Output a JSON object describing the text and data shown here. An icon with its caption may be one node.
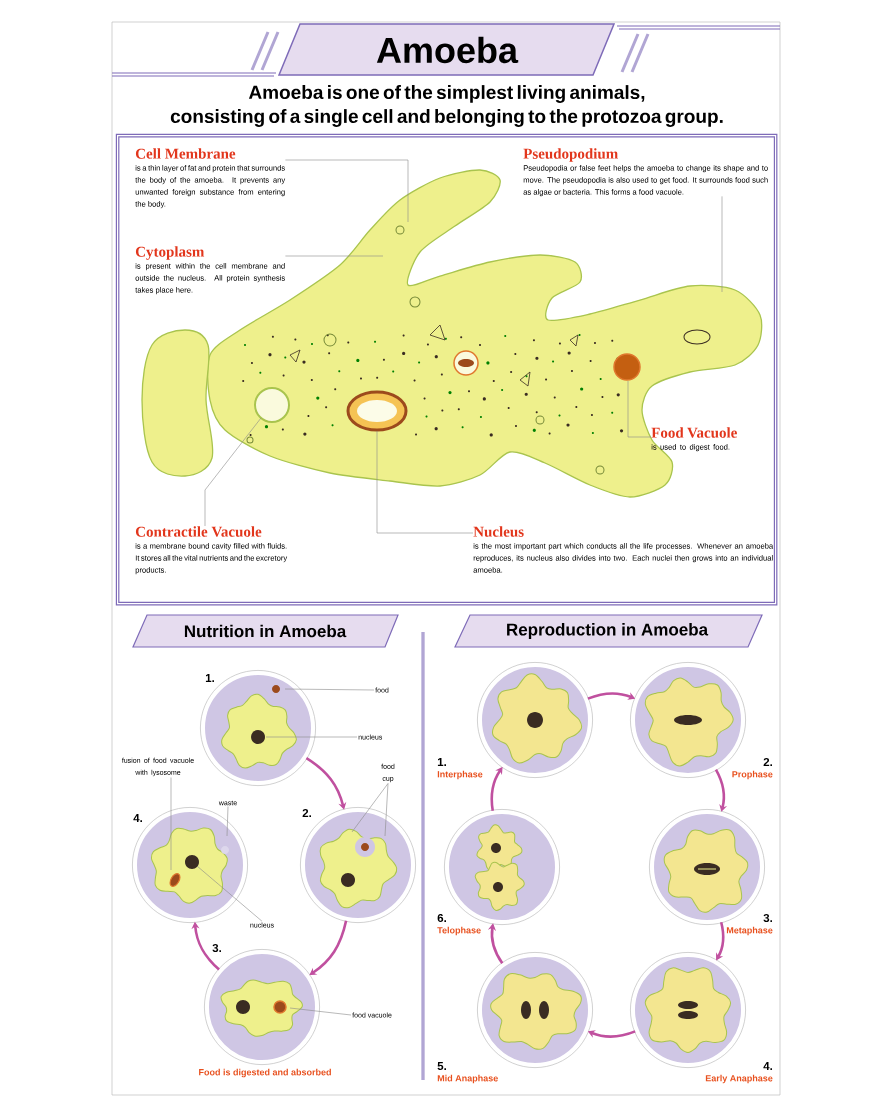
{
  "diagram": {
    "title": "Amoeba",
    "nodes": [
      {
        "text": [],
        "shape": "box"
      },
      {
        "text": [
          "Cell Membrane",
          "is a thin layer of fat and protein that surrounds the body of the amoeba. It prevents any unwanted foreign substance from entering the body."
        ],
        "in": 0
      },
      {
        "text": [
          "Cytoplasm",
          "is present within the cell membrane and outside the nucleus. All protein synthesis takes place here."
        ],
        "in": 0
      },
      {
        "text": [
          "Pseudopodium",
          "Pseudopodia or false feet helps the amoeba to change its shape and to move. The pseudopodia is also used to get food. It surrounds food such as algae or bacteria. This forms a food vacuole."
        ],
        "in": 0
      },
      {
        "text": [
          "Food Vacuole",
          "is used to digest food."
        ],
        "in": 0
      },
      {
        "text": [
          "Contractile Vacuole",
          "is a membrane bound cavity filled with fluids. It stores all the vital nutrients and the excretory products."
        ],
        "in": 0
      },
      {
        "text": [
          "Nucleus",
          "is the most important part which conducts all the life processes. Whenever an amoeba reproduces, its nucleus also divides into two. Each nuclei then grows into an individual amoeba."
        ],
        "in": 0
      },
      {
        "text": [
          "Nutrition in Amoeba"
        ]
      },
      {
        "text": [],
        "shape": "circle",
        "beside": [
          "1."
        ]
      },
      {
        "text": [],
        "shape": "circle",
        "beside": [
          "2."
        ]
      },
      {
        "text": [],
        "shape": "circle",
        "beside": [
          "3.",
          "Food is digested and absorbed"
        ]
      },
      {
        "text": [],
        "shape": "circle",
        "beside": [
          "4."
        ]
      },
      {
        "text": [
          "food"
        ]
      },
      {
        "text": [
          "nucleus"
        ]
      },
      {
        "text": [
          "food cup"
        ]
      },
      {
        "text": [
          "fusion of food vacuole with lysosome"
        ]
      },
      {
        "text": [
          "waste"
        ]
      },
      {
        "text": [
          "nucleus"
        ]
      },
      {
        "text": [
          "food vacuole"
        ]
      },
      {
        "text": [
          "Reproduction in Amoeba"
        ]
      },
      {
        "text": [],
        "shape": "circle",
        "beside": [
          "1.",
          "Interphase"
        ]
      },
      {
        "text": [],
        "shape": "circle",
        "beside": [
          "2.",
          "Prophase"
        ]
      },
      {
        "text": [],
        "shape": "circle",
        "beside": [
          "3.",
          "Metaphase"
        ]
      },
      {
        "text": [],
        "shape": "circle",
        "beside": [
          "4.",
          "Early Anaphase"
        ]
      },
      {
        "text": [],
        "shape": "circle",
        "beside": [
          "5.",
          "Mid Anaphase"
        ]
      },
      {
        "text": [],
        "shape": "circle",
        "beside": [
          "6.",
          "Telophase"
        ]
      }
    ],
    "edges": [
      {
        "from": 1,
        "to": null,
        "arrow": "none"
      },
      {
        "from": 2,
        "to": null,
        "arrow": "none"
      },
      {
        "from": 3,
        "to": null,
        "arrow": "none"
      },
      {
        "from": 4,
        "to": null,
        "arrow": "none"
      },
      {
        "from": 5,
        "to": null,
        "arrow": "none"
      },
      {
        "from": 6,
        "to": null,
        "arrow": "none"
      },
      {
        "from": 8,
        "to": 9,
        "arrow": "to",
        "style": "thick",
        "color": "#c0509f"
      },
      {
        "from": 9,
        "to": 10,
        "arrow": "to",
        "style": "thick",
        "color": "#c0509f"
      },
      {
        "from": 10,
        "to": 11,
        "arrow": "to",
        "style": "thick",
        "color": "#c0509f"
      },
      {
        "from": 12,
        "to": 8,
        "arrow": "none"
      },
      {
        "from": 13,
        "to": 8,
        "arrow": "none"
      },
      {
        "from": 14,
        "to": 9,
        "arrow": "none"
      },
      {
        "from": 14,
        "to": 9,
        "arrow": "none"
      },
      {
        "from": 15,
        "to": 11,
        "arrow": "none"
      },
      {
        "from": 16,
        "to": 11,
        "arrow": "none"
      },
      {
        "from": 17,
        "to": 11,
        "arrow": "none"
      },
      {
        "from": 18,
        "to": 10,
        "arrow": "none"
      },
      {
        "from": 20,
        "to": 21,
        "arrow": "to",
        "style": "thick",
        "color": "#c0509f"
      },
      {
        "from": 21,
        "to": 22,
        "arrow": "to",
        "style": "thick",
        "color": "#c0509f"
      },
      {
        "from": 22,
        "to": 23,
        "arrow": "to",
        "style": "thick",
        "color": "#c0509f"
      },
      {
        "from": 23,
        "to": 24,
        "arrow": "to",
        "style": "thick",
        "color": "#c0509f"
      },
      {
        "from": 24,
        "to": 25,
        "arrow": "to",
        "style": "thick",
        "color": "#c0509f"
      },
      {
        "from": 25,
        "to": 20,
        "arrow": "to",
        "style": "thick",
        "color": "#c0509f"
      }
    ],
    "labels": [
      "Amoeba is one of the simplest living animals, consisting of a single cell and belonging to the protozoa group."
    ]
  }
}
